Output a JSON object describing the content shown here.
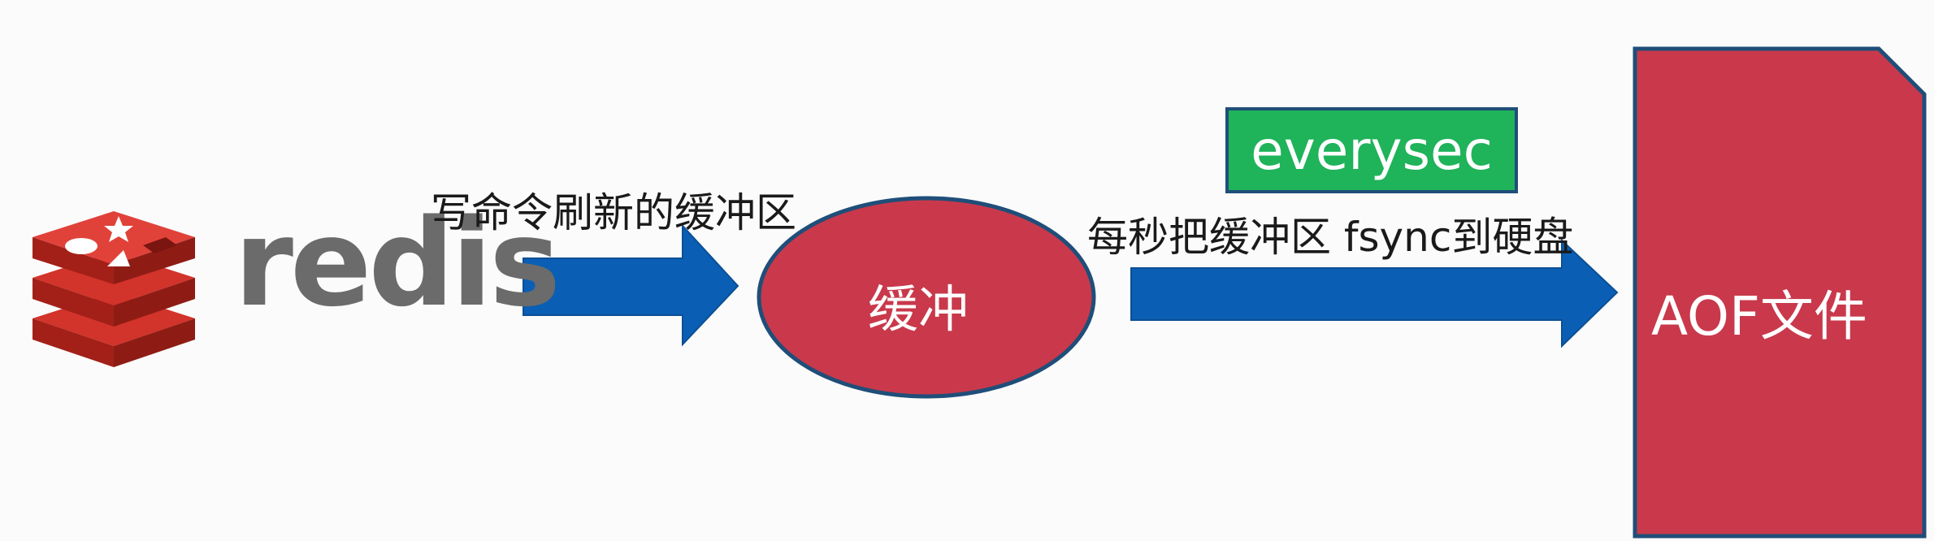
{
  "logo": {
    "text": "redis",
    "icon": "redis-stacked-cubes-icon",
    "colors": {
      "red": "#d2332a",
      "dark_red": "#a32018",
      "text": "#6b6b6b"
    }
  },
  "nodes": {
    "buffer": {
      "label": "缓冲",
      "fill": "#c9394b",
      "stroke": "#1f4e79"
    },
    "aof_file": {
      "label": "AOF文件",
      "fill": "#c9394b",
      "stroke": "#1f4e79"
    }
  },
  "edges": {
    "write": {
      "label": "写命令刷新的缓冲区",
      "color": "#0a5fb4"
    },
    "fsync": {
      "label": "每秒把缓冲区 fsync到硬盘",
      "color": "#0a5fb4"
    }
  },
  "policy_badge": {
    "label": "everysec",
    "fill": "#1fb35a"
  }
}
